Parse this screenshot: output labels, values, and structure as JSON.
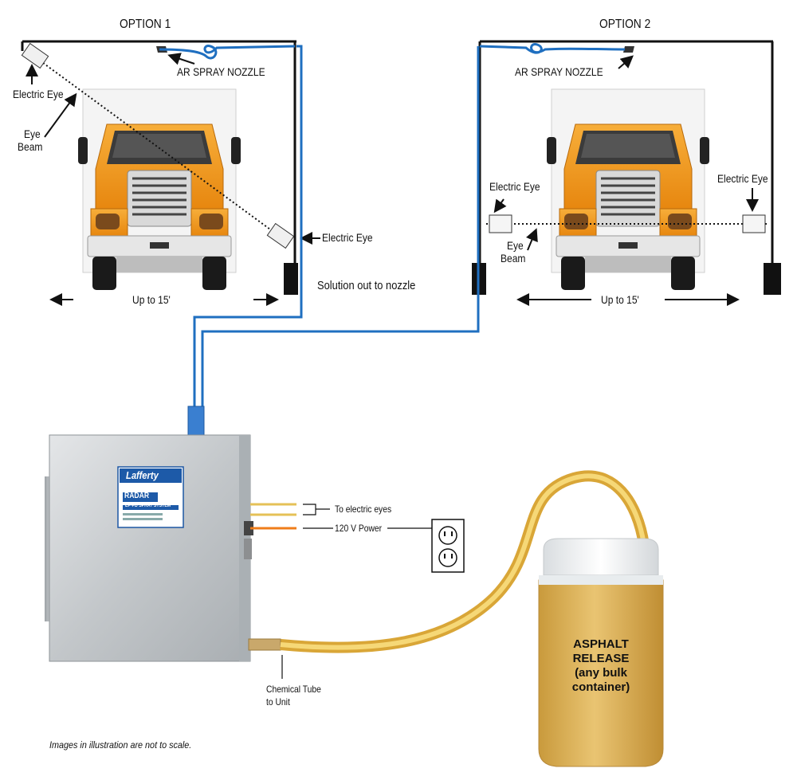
{
  "option1": {
    "title": "OPTION 1",
    "nozzle_label": "AR SPRAY NOZZLE",
    "electric_eye_top": "Electric Eye",
    "eye_beam": [
      "Eye",
      "Beam"
    ],
    "electric_eye_bottom": "Electric Eye",
    "width_label": "Up to 15'",
    "solution_label": "Solution out to nozzle"
  },
  "option2": {
    "title": "OPTION 2",
    "nozzle_label": "AR SPRAY NOZZLE",
    "electric_eye_left": "Electric Eye",
    "electric_eye_right": "Electric Eye",
    "eye_beam": [
      "Eye",
      "Beam"
    ],
    "width_label": "Up to 15'"
  },
  "unit": {
    "brand": "Lafferty",
    "product": "RADAR",
    "system": "EP-PD SPRAY SYSTEM"
  },
  "connections": {
    "to_eyes": "To electric eyes",
    "power": "120 V Power",
    "chemical_tube": [
      "Chemical Tube",
      "to Unit"
    ]
  },
  "container": {
    "label": [
      "ASPHALT",
      "RELEASE",
      "(any bulk",
      "container)"
    ]
  },
  "footnote": "Images in illustration are not to scale.",
  "colors": {
    "frame": "#111111",
    "hose_blue": "#1f6fc0",
    "tube_yellow": "#f2c64a",
    "truck_orange": "#f29a1c",
    "liquid": "#e0b45a",
    "steel": "#c9ccce"
  }
}
